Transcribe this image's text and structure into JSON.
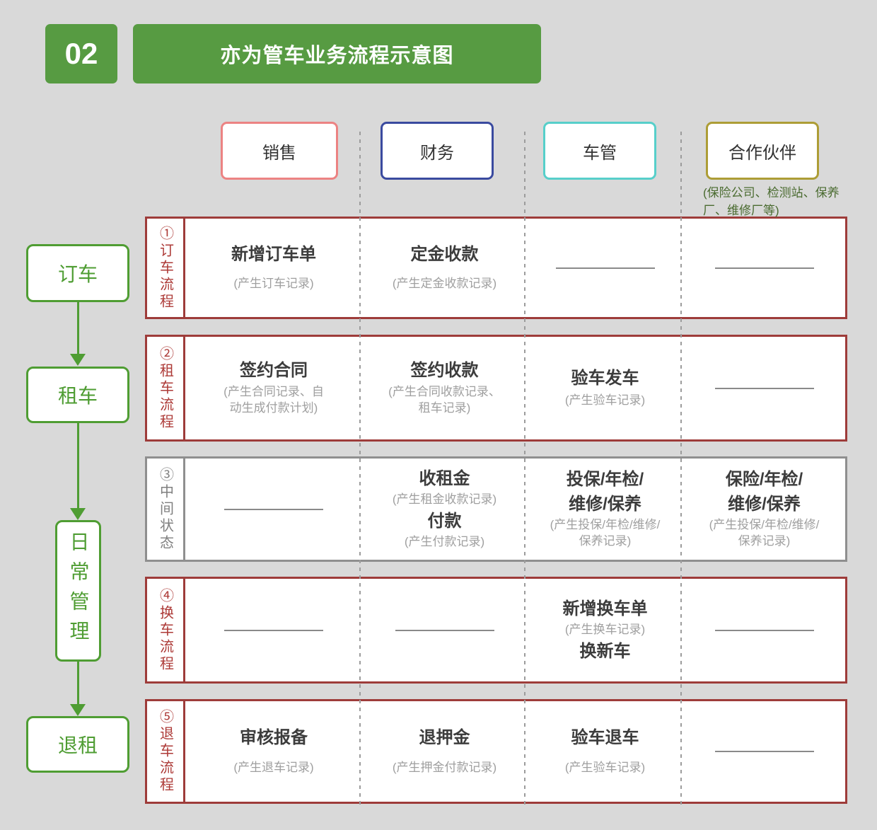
{
  "header": {
    "badge": "02",
    "title": "亦为管车业务流程示意图",
    "accent_color": "#579b42"
  },
  "columns": [
    {
      "label": "销售",
      "border_color": "#ec8383"
    },
    {
      "label": "财务",
      "border_color": "#3a4a9f"
    },
    {
      "label": "车管",
      "border_color": "#57cfca"
    },
    {
      "label": "合作伙伴",
      "border_color": "#ad9d36",
      "caption": "(保险公司、检测站、保养厂、维修厂等)"
    }
  ],
  "flow": {
    "color": "#4f9d33",
    "steps": [
      {
        "label": "订车"
      },
      {
        "label": "租车"
      },
      {
        "label": "日常管理"
      },
      {
        "label": "退租"
      }
    ]
  },
  "rows": [
    {
      "label": "①订车流程",
      "accent": "#9e3c3a",
      "cells": [
        {
          "title": "新增订车单",
          "caption": "(产生订车记录)"
        },
        {
          "title": "定金收款",
          "caption": "(产生定金收款记录)"
        },
        {
          "empty": true
        },
        {
          "empty": true
        }
      ]
    },
    {
      "label": "②租车流程",
      "accent": "#9e3c3a",
      "cells": [
        {
          "title": "签约合同",
          "caption": "(产生合同记录、自动生成付款计划)"
        },
        {
          "title": "签约收款",
          "caption": "(产生合同收款记录、租车记录)"
        },
        {
          "title": "验车发车",
          "caption": "(产生验车记录)"
        },
        {
          "empty": true
        }
      ]
    },
    {
      "label": "③中间状态",
      "accent": "#8f8f8f",
      "cells": [
        {
          "empty": true
        },
        {
          "title": "收租金",
          "caption": "(产生租金收款记录)",
          "title2": "付款",
          "caption2": "(产生付款记录)"
        },
        {
          "title": "投保/年检/",
          "title2": "维修/保养",
          "caption": "(产生投保/年检/维修/保养记录)"
        },
        {
          "title": "保险/年检/",
          "title2": "维修/保养",
          "caption": "(产生投保/年检/维修/保养记录)"
        }
      ]
    },
    {
      "label": "④换车流程",
      "accent": "#9e3c3a",
      "cells": [
        {
          "empty": true
        },
        {
          "empty": true
        },
        {
          "title": "新增换车单",
          "caption": "(产生换车记录)",
          "title2": "换新车"
        },
        {
          "empty": true
        }
      ]
    },
    {
      "label": "⑤退车流程",
      "accent": "#9e3c3a",
      "cells": [
        {
          "title": "审核报备",
          "caption": "(产生退车记录)"
        },
        {
          "title": "退押金",
          "caption": "(产生押金付款记录)"
        },
        {
          "title": "验车退车",
          "caption": "(产生验车记录)"
        },
        {
          "empty": true
        }
      ]
    }
  ]
}
